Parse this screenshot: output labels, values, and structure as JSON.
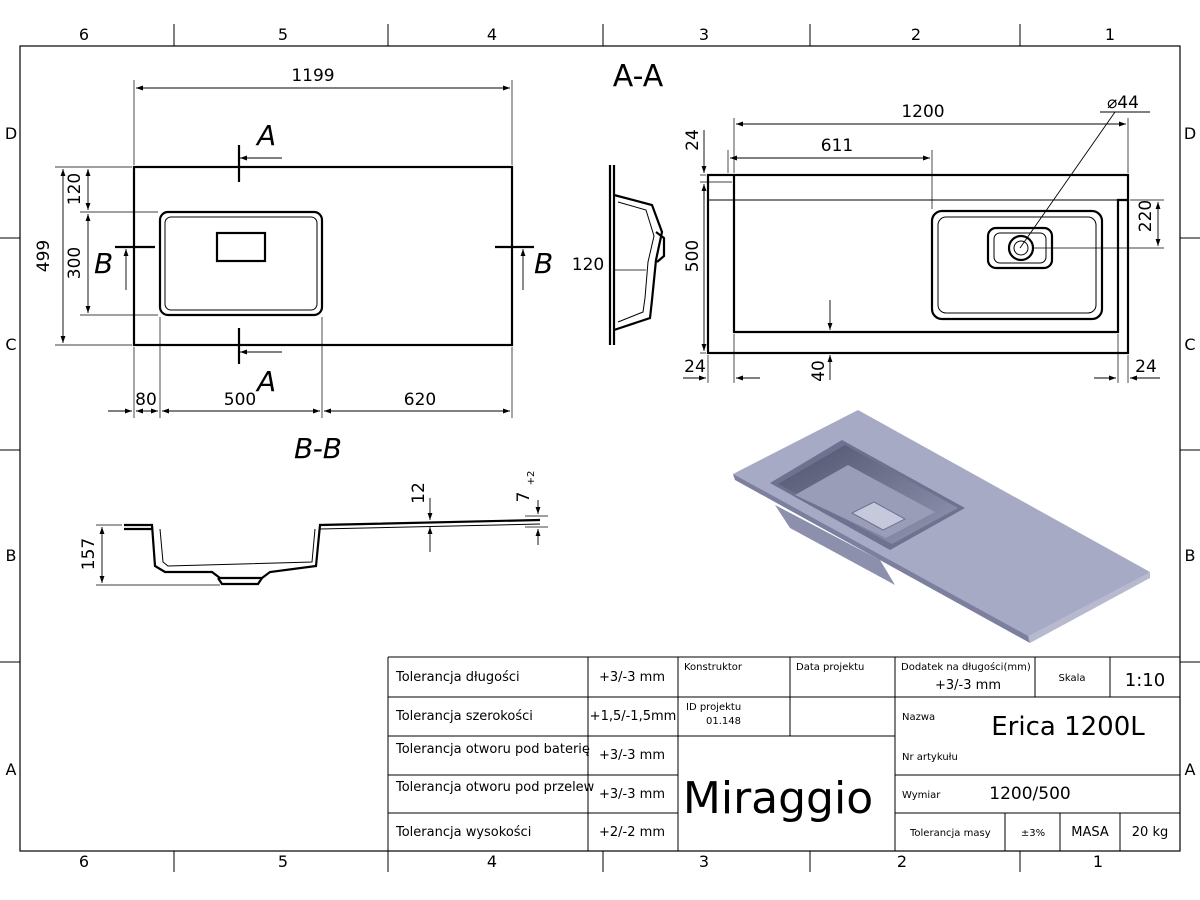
{
  "zones": {
    "columns": [
      "6",
      "5",
      "4",
      "3",
      "2",
      "1"
    ],
    "rows": [
      "D",
      "C",
      "B",
      "A"
    ]
  },
  "view_top": {
    "dims": {
      "width_total": "1199",
      "height_total": "499",
      "offset_top": "120",
      "basin_height": "300",
      "left": "80",
      "basin_width": "500",
      "right": "620"
    },
    "section_marks": {
      "a_top": "A",
      "a_bottom": "A",
      "b_left": "B",
      "b_right": "B"
    },
    "section_label": "B-B"
  },
  "view_aa": {
    "title": "A-A",
    "dims": {
      "depth": "120",
      "overall": "1200",
      "to_drain": "611",
      "diameter": "⌀44",
      "top_margin": "24",
      "height": "500",
      "drain_offset": "220",
      "left_margin": "24",
      "bottom_margin": "40",
      "right_margin": "24"
    }
  },
  "view_bb": {
    "dims": {
      "height": "157",
      "thickness": "12",
      "slope": "7",
      "slope_tol": "+2"
    }
  },
  "tolerances": [
    {
      "label": "Tolerancja długości",
      "value": "+3/-3 mm"
    },
    {
      "label": "Tolerancja szerokości",
      "value": "+1,5/-1,5mm"
    },
    {
      "label": "Tolerancja otworu pod baterię",
      "value": "+3/-3 mm"
    },
    {
      "label": "Tolerancja otworu pod przelew",
      "value": "+3/-3 mm"
    },
    {
      "label": "Tolerancja wysokości",
      "value": "+2/-2 mm"
    }
  ],
  "titleblock": {
    "konstruktor_label": "Konstruktor",
    "data_label": "Data projektu",
    "dodatek_label": "Dodatek na długości(mm)",
    "dodatek_value": "+3/-3 mm",
    "skala_label": "Skala",
    "skala_value": "1:10",
    "id_label": "ID projektu",
    "id_value": "01.148",
    "brand": "Miraggio",
    "nazwa_label": "Nazwa",
    "nazwa_value": "Erica 1200L",
    "artykul_label": "Nr artykułu",
    "wymiar_label": "Wymiar",
    "wymiar_value": "1200/500",
    "masa_tol_label": "Tolerancja masy",
    "masa_tol_value": "±3%",
    "masa_label": "MASA",
    "masa_value": "20 kg"
  },
  "colors": {
    "render_fill": "#a7aac4",
    "render_dark": "#6e7290",
    "render_light": "#c6c8dc"
  }
}
